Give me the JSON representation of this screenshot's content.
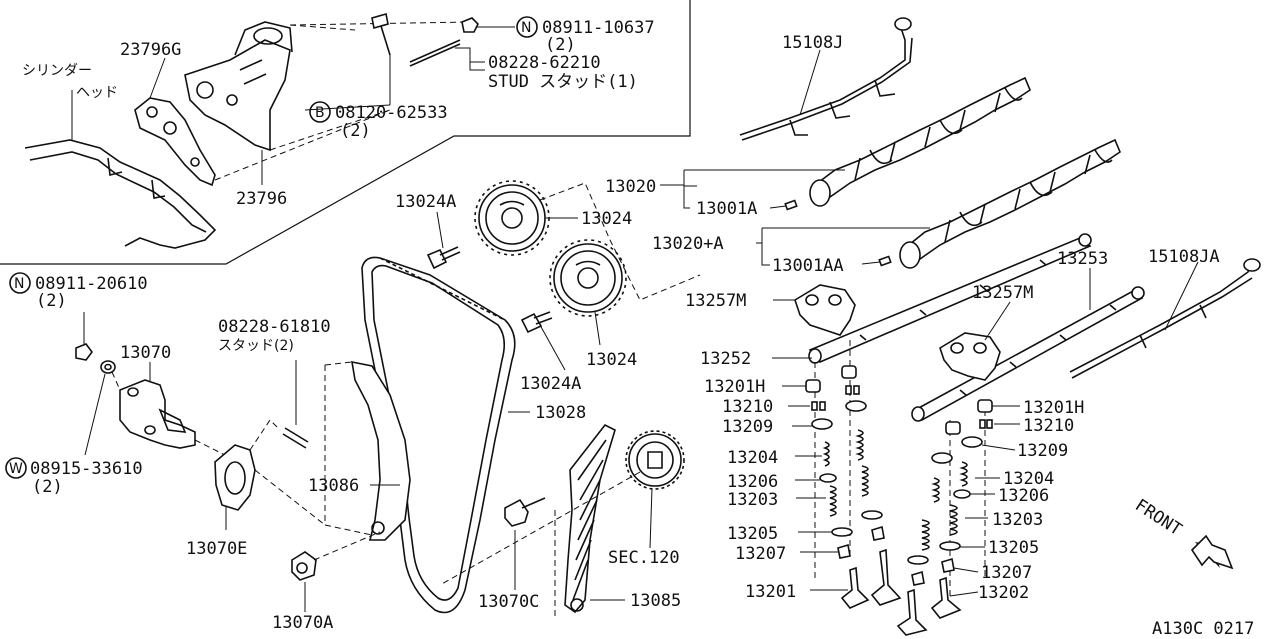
{
  "diagram": {
    "labels": {
      "cyl_head_1": "シリンダー",
      "cyl_head_2": "ヘッド",
      "p23796G": "23796G",
      "p23796": "23796",
      "n08911_10637": "08911-10637",
      "n08911_10637_qty": "(2)",
      "n08228_62210": "08228-62210",
      "stud_1": "STUD スタッド(1)",
      "b08120_62533": "08120-62533",
      "b08120_62533_qty": "(2)",
      "p15108J": "15108J",
      "p15108JA": "15108JA",
      "p13020": "13020",
      "p13001A": "13001A",
      "p13020A": "13020+A",
      "p13001AA": "13001AA",
      "p13024A_top": "13024A",
      "p13024_top": "13024",
      "p13024_bottom": "13024",
      "p13024A_bottom": "13024A",
      "p13253": "13253",
      "p13257M_left": "13257M",
      "p13257M_right": "13257M",
      "p13252": "13252",
      "p13201H_left": "13201H",
      "p13210_left": "13210",
      "p13209_left": "13209",
      "p13204_left": "13204",
      "p13206_left": "13206",
      "p13203_left": "13203",
      "p13205_left": "13205",
      "p13207_left": "13207",
      "p13201": "13201",
      "p13201H_right": "13201H",
      "p13210_right": "13210",
      "p13209_right": "13209",
      "p13204_right": "13204",
      "p13206_right": "13206",
      "p13203_right": "13203",
      "p13205_right": "13205",
      "p13207_right": "13207",
      "p13202": "13202",
      "n08911_20610": "08911-20610",
      "n08911_20610_qty": "(2)",
      "p13070": "13070",
      "w08915_33610": "08915-33610",
      "w08915_33610_qty": "(2)",
      "n08228_61810": "08228-61810",
      "stud_2": "スタッド(2)",
      "p13086": "13086",
      "p13070E": "13070E",
      "p13070A": "13070A",
      "p13028": "13028",
      "p13070C": "13070C",
      "sec120": "SEC.120",
      "p13085": "13085",
      "front": "FRONT",
      "code": "A130C 0217"
    },
    "markers": {
      "n": "N",
      "b": "B",
      "w": "W"
    }
  }
}
